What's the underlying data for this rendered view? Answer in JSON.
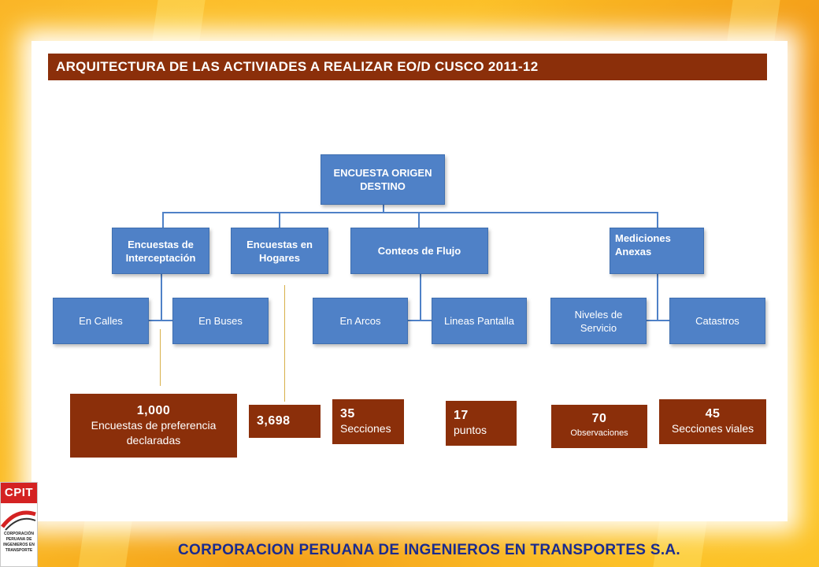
{
  "title": "ARQUITECTURA  DE LAS ACTIVIADES A REALIZAR EO/D  CUSCO 2011-12",
  "tree": {
    "root": "ENCUESTA ORIGEN DESTINO",
    "level1": [
      "Encuestas de Interceptación",
      "Encuestas en Hogares",
      "Conteos  de Flujo",
      "Mediciones Anexas"
    ],
    "level2": [
      "En Calles",
      "En Buses",
      "En Arcos",
      "Lineas Pantalla",
      "Niveles de Servicio",
      "Catastros"
    ]
  },
  "stats": [
    {
      "value": "1,000",
      "label": "Encuestas de preferencia declaradas"
    },
    {
      "value": "3,698",
      "label": ""
    },
    {
      "value": "35",
      "label": "Secciones"
    },
    {
      "value": "17",
      "label": "puntos"
    },
    {
      "value": "70",
      "label": "Observaciones"
    },
    {
      "value": "45",
      "label": "Secciones viales"
    }
  ],
  "footer": "CORPORACION PERUANA DE INGENIEROS EN TRANSPORTES S.A.",
  "logo": {
    "brand": "CPIT",
    "lines": [
      "CORPORACIÓN",
      "PERUANA DE",
      "INGENIEROS EN",
      "TRANSPORTE"
    ]
  },
  "colors": {
    "title_bg": "#8b2f0a",
    "node_bg": "#4f81c7",
    "stat_bg": "#8b2f0a",
    "footer_text": "#1a2b8f",
    "background": "#f7a41c"
  }
}
